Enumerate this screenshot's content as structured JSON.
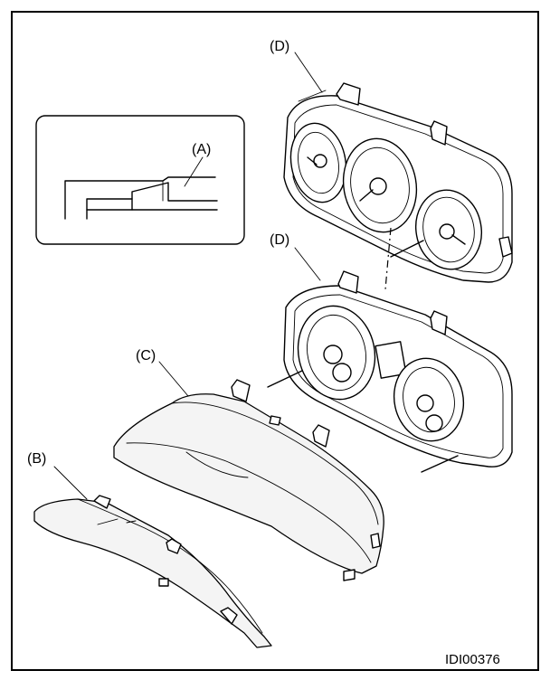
{
  "labels": {
    "a": "(A)",
    "b": "(B)",
    "c": "(C)",
    "d_top": "(D)",
    "d_bottom": "(D)"
  },
  "figure_code": "IDI00376"
}
